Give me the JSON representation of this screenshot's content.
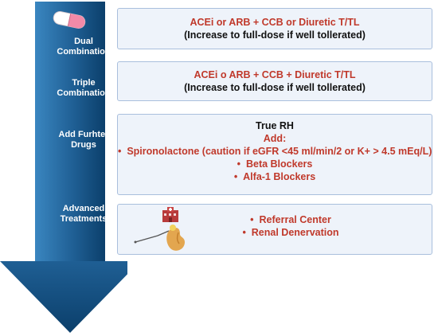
{
  "colors": {
    "arrow_light": "#3a86c0",
    "arrow_dark": "#0b3f6b",
    "box_fill": "#eef3fa",
    "box_border": "#a9bfdd",
    "red_text": "#c0392b"
  },
  "icons": {
    "pill": "pill-icon",
    "hospital": "hospital-icon",
    "kidney_catheter": "kidney-catheter-icon"
  },
  "stages": [
    {
      "label_1": "Dual",
      "label_2": "Combination"
    },
    {
      "label_1": "Triple",
      "label_2": "Combination"
    },
    {
      "label_1": "Add Furhter",
      "label_2": "Drugs"
    },
    {
      "label_1": "Advanced",
      "label_2": "Treatments"
    }
  ],
  "boxes": {
    "dual": {
      "line_1": "ACEi or ARB + CCB or Diuretic T/TL",
      "line_2": "(Increase to full-dose if well tollerated)"
    },
    "triple": {
      "line_1": "ACEi o ARB + CCB + Diuretic T/TL",
      "line_2": "(Increase to full-dose if well tollerated)"
    },
    "add": {
      "title": "True RH",
      "subtitle": "Add:",
      "items": [
        "Spironolactone (caution if eGFR <45 ml/min/2 or K+ > 4.5 mEq/L)",
        "Beta Blockers",
        "Alfa-1 Blockers"
      ]
    },
    "advanced": {
      "items": [
        "Referral Center",
        "Renal Denervation"
      ]
    }
  }
}
